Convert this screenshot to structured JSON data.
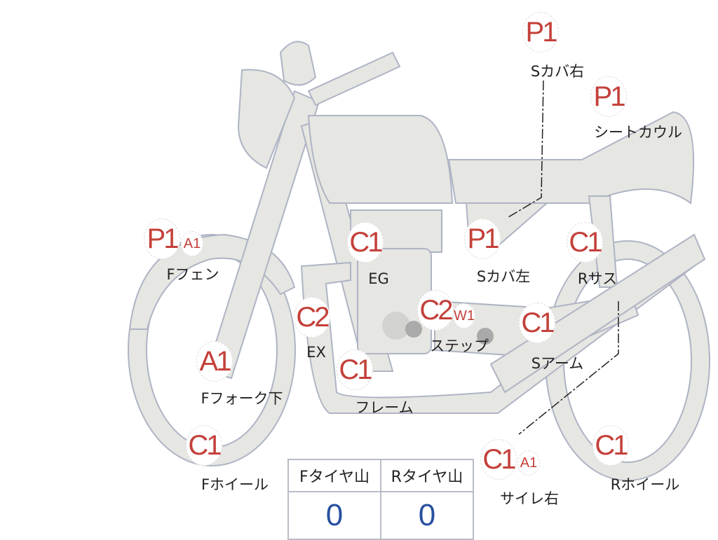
{
  "markers": [
    {
      "code": "P1",
      "label": "Sカバ右"
    },
    {
      "code": "P1",
      "label": "シートカウル"
    },
    {
      "code": "P1",
      "sub": "A1",
      "label": "Fフェン"
    },
    {
      "code": "C1",
      "label": "EG"
    },
    {
      "code": "P1",
      "label": "Sカバ左"
    },
    {
      "code": "C1",
      "label": "Rサス"
    },
    {
      "code": "C2",
      "label": "EX"
    },
    {
      "code": "C2",
      "sub": "W1",
      "label": "ステップ"
    },
    {
      "code": "C1",
      "label": "Sアーム"
    },
    {
      "code": "A1",
      "label": "Fフォーク下"
    },
    {
      "code": "C1",
      "label": "フレーム"
    },
    {
      "code": "C1",
      "label": "Fホイール"
    },
    {
      "code": "C1",
      "sub": "A1",
      "label": "サイレ右"
    },
    {
      "code": "C1",
      "label": "Rホイール"
    }
  ],
  "tire_table": {
    "headers": [
      "Fタイヤ山",
      "Rタイヤ山"
    ],
    "values": [
      "0",
      "0"
    ]
  },
  "colors": {
    "marker": "#c4403a",
    "value": "#2850a0",
    "body": "#e6e6e2",
    "outline": "#aeb4c4"
  }
}
